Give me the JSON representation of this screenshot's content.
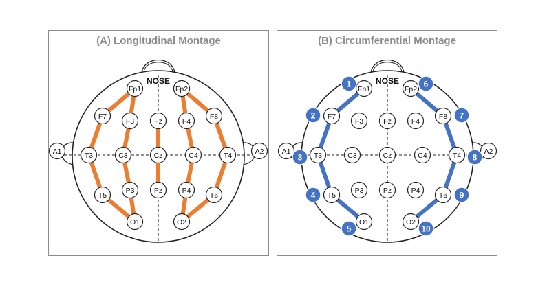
{
  "panels": [
    {
      "title": "(A) Longitudinal Montage",
      "nose_label": "NOSE",
      "chain_color": "#ed7d31",
      "chains": [
        [
          "Fp1",
          "F7",
          "T3",
          "T5",
          "O1"
        ],
        [
          "Fp1",
          "F3",
          "C3",
          "P3",
          "O1"
        ],
        [
          "Fz",
          "Cz",
          "Pz"
        ],
        [
          "Fp2",
          "F4",
          "C4",
          "P4",
          "O2"
        ],
        [
          "Fp2",
          "F8",
          "T4",
          "T6",
          "O2"
        ]
      ],
      "numbered_markers": []
    },
    {
      "title": "(B) Circumferential Montage",
      "nose_label": "NOSE",
      "chain_color": "#4472c4",
      "chains": [
        [
          "Fp1",
          "F7",
          "T3",
          "T5",
          "O1"
        ],
        [
          "Fp2",
          "F8",
          "T4",
          "T6",
          "O2"
        ]
      ],
      "numbered_markers": [
        "1",
        "2",
        "3",
        "4",
        "5",
        "6",
        "7",
        "8",
        "9",
        "10"
      ]
    }
  ],
  "electrodes": [
    "Fp1",
    "Fp2",
    "F7",
    "F3",
    "Fz",
    "F4",
    "F8",
    "A1",
    "T3",
    "C3",
    "Cz",
    "C4",
    "T4",
    "A2",
    "T5",
    "P3",
    "Pz",
    "P4",
    "T6",
    "O1",
    "O2"
  ]
}
